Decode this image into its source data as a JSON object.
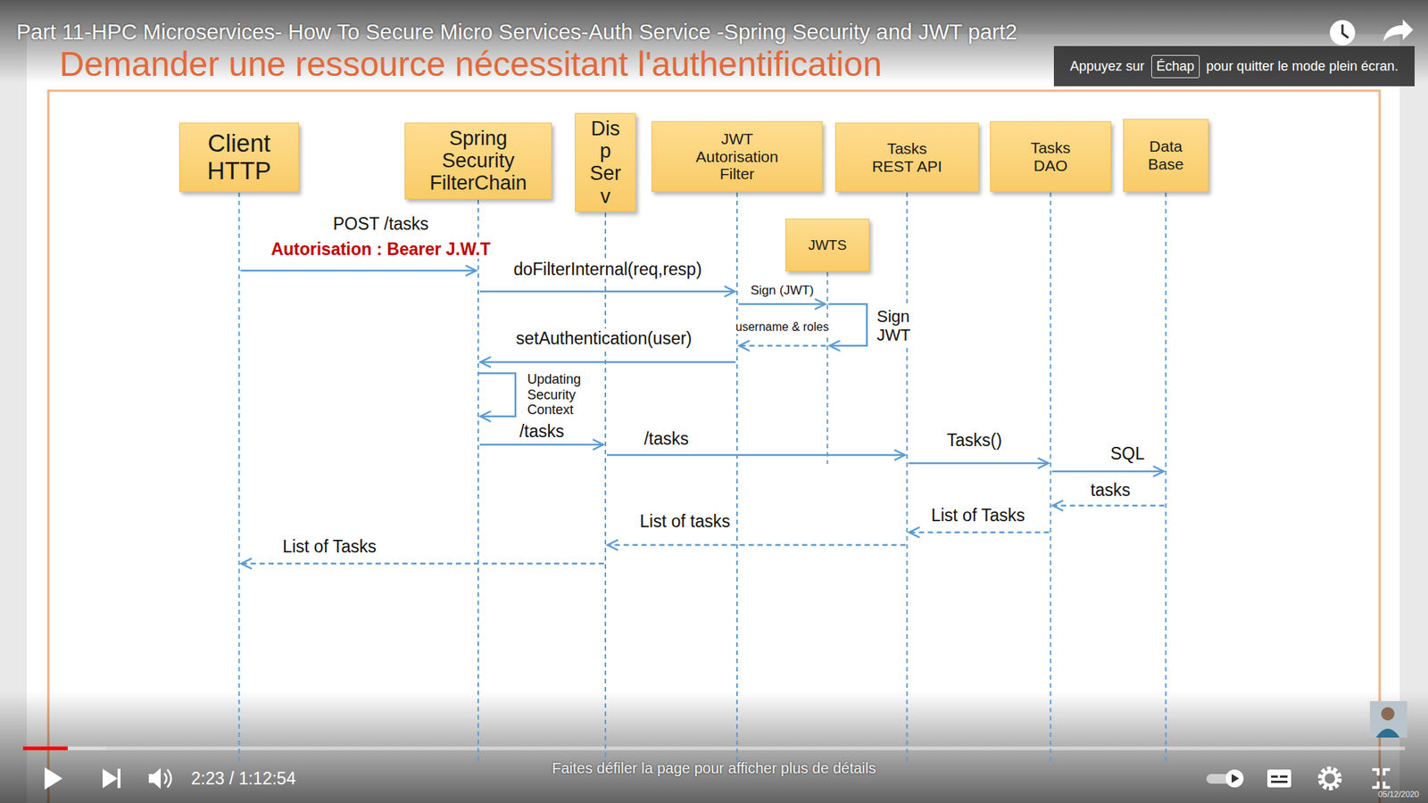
{
  "diagram": {
    "title": "Demander une ressource nécessitant l'authentification",
    "nodes": [
      {
        "text": [
          "Client HTTP"
        ]
      },
      {
        "text": [
          "Spring Security FilterChain"
        ]
      },
      {
        "text": [
          "Dis p Ser v"
        ]
      },
      {
        "text": [
          "JWT Autorisation Filter"
        ]
      },
      {
        "text": [
          "Tasks REST API"
        ]
      },
      {
        "text": [
          "Tasks DAO"
        ]
      },
      {
        "text": [
          "Data Base"
        ]
      },
      {
        "text": [
          "JWTS"
        ]
      }
    ],
    "edges": [
      {
        "from": 0,
        "to": 1,
        "label": "POST /tasks",
        "arrow": "to"
      },
      {
        "from": 1,
        "to": 3,
        "label": "doFilterInternal(req,resp)",
        "arrow": "to"
      },
      {
        "from": 3,
        "to": 7,
        "label": "Sign (JWT)",
        "arrow": "to"
      },
      {
        "from": 7,
        "to": 7,
        "label": "Sign JWT",
        "arrow": "to"
      },
      {
        "from": 7,
        "to": 3,
        "label": "username & roles",
        "arrow": "to"
      },
      {
        "from": 3,
        "to": 1,
        "label": "setAuthentication(user)",
        "arrow": "to"
      },
      {
        "from": 1,
        "to": 1,
        "label": "Updating Security Context",
        "arrow": "to"
      },
      {
        "from": 1,
        "to": 2,
        "label": "/tasks",
        "arrow": "to"
      },
      {
        "from": 2,
        "to": 4,
        "label": "/tasks",
        "arrow": "to"
      },
      {
        "from": 4,
        "to": 5,
        "label": "Tasks()",
        "arrow": "to"
      },
      {
        "from": 5,
        "to": 6,
        "label": "SQL",
        "arrow": "to"
      },
      {
        "from": 6,
        "to": 5,
        "label": "tasks",
        "arrow": "to"
      },
      {
        "from": 5,
        "to": 4,
        "label": "List of Tasks",
        "arrow": "to"
      },
      {
        "from": 4,
        "to": 2,
        "label": "List of tasks",
        "arrow": "to"
      },
      {
        "from": 2,
        "to": 0,
        "label": "List of Tasks",
        "arrow": "to"
      }
    ],
    "labels": [
      "Autorisation : Bearer J.W.T",
      "Part 11-HPC Microservices- How To Secure Micro Services-Auth Service -Spring Security and JWT part2",
      "Appuyez sur",
      "Échap",
      "pour quitter le mode plein écran.",
      "2:23 / 1:12:54",
      "Faites défiler la page pour afficher plus de détails",
      "05/12/2020"
    ]
  }
}
